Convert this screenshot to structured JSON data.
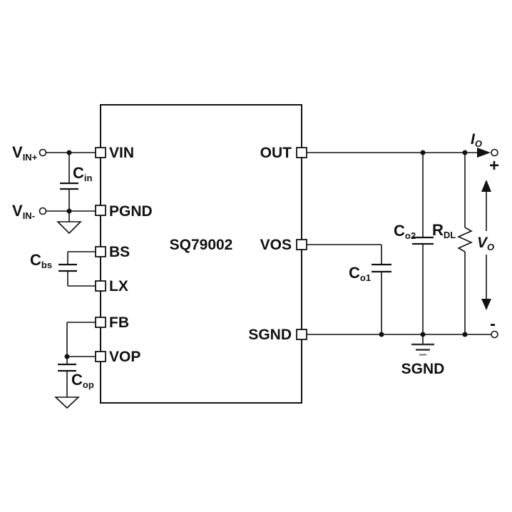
{
  "chip": {
    "name": "SQ79002",
    "pins_left": [
      "VIN",
      "PGND",
      "BS",
      "LX",
      "FB",
      "VOP"
    ],
    "pins_right": [
      "OUT",
      "VOS",
      "SGND"
    ]
  },
  "terminals": {
    "input_positive": {
      "main": "V",
      "sub": "IN+"
    },
    "input_negative": {
      "main": "V",
      "sub": "IN-"
    },
    "output_current": {
      "main": "I",
      "sub": "O"
    },
    "output_voltage": {
      "main": "V",
      "sub": "O"
    },
    "polarity_plus": "+",
    "polarity_minus": "-"
  },
  "components": {
    "c_in": {
      "main": "C",
      "sub": "in"
    },
    "c_bs": {
      "main": "C",
      "sub": "bs"
    },
    "c_op": {
      "main": "C",
      "sub": "op"
    },
    "c_o1": {
      "main": "C",
      "sub": "o1"
    },
    "c_o2": {
      "main": "C",
      "sub": "o2"
    },
    "r_dl": {
      "main": "R",
      "sub": "DL"
    }
  },
  "grounds": {
    "signal_ground_label": "SGND"
  },
  "colors": {
    "line": "#111111",
    "background": "#ffffff"
  }
}
